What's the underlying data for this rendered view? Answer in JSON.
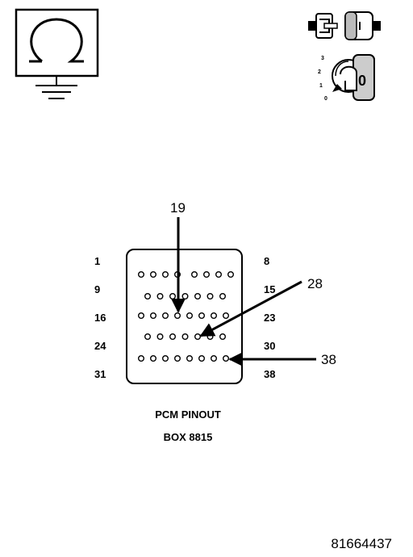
{
  "row_labels_left": [
    "1",
    "9",
    "16",
    "24",
    "31"
  ],
  "row_labels_right": [
    "8",
    "15",
    "23",
    "30",
    "38"
  ],
  "callouts": {
    "pin_19": "19",
    "pin_28": "28",
    "pin_38": "38"
  },
  "caption": {
    "line1": "PCM PINOUT",
    "line2": "BOX 8815"
  },
  "ignition_positions": [
    "3",
    "2",
    "1",
    "0"
  ],
  "key_symbol": "0",
  "document_number": "81664437",
  "icons": [
    "ohmmeter-icon",
    "connector-disconnected-icon",
    "ignition-key-off-icon"
  ]
}
